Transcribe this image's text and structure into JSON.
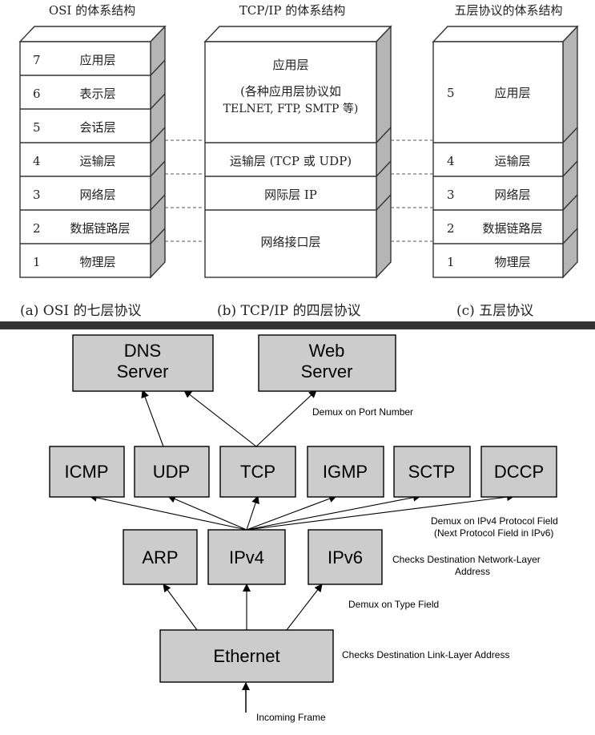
{
  "top": {
    "headers": {
      "osi": "OSI 的体系结构",
      "tcpip": "TCP/IP 的体系结构",
      "five": "五层协议的体系结构"
    },
    "osi_layers": [
      {
        "num": "7",
        "name": "应用层"
      },
      {
        "num": "6",
        "name": "表示层"
      },
      {
        "num": "5",
        "name": "会话层"
      },
      {
        "num": "4",
        "name": "运输层"
      },
      {
        "num": "3",
        "name": "网络层"
      },
      {
        "num": "2",
        "name": "数据链路层"
      },
      {
        "num": "1",
        "name": "物理层"
      }
    ],
    "tcpip_layers": {
      "app": "应用层",
      "app_note1": "(各种应用层协议如",
      "app_note2": "TELNET, FTP, SMTP 等)",
      "transport": "运输层 (TCP 或 UDP)",
      "internet": "网际层 IP",
      "netif": "网络接口层"
    },
    "five_layers": [
      {
        "num": "5",
        "name": "应用层"
      },
      {
        "num": "4",
        "name": "运输层"
      },
      {
        "num": "3",
        "name": "网络层"
      },
      {
        "num": "2",
        "name": "数据链路层"
      },
      {
        "num": "1",
        "name": "物理层"
      }
    ],
    "captions": {
      "a": "(a) OSI 的七层协议",
      "b": "(b) TCP/IP 的四层协议",
      "c": "(c)  五层协议"
    }
  },
  "bottom": {
    "dns": [
      "DNS",
      "Server"
    ],
    "web": [
      "Web",
      "Server"
    ],
    "transport": [
      "ICMP",
      "UDP",
      "TCP",
      "IGMP",
      "SCTP",
      "DCCP"
    ],
    "network": [
      "ARP",
      "IPv4",
      "IPv6"
    ],
    "link": "Ethernet",
    "notes": {
      "port": "Demux on Port Number",
      "proto1": "Demux on IPv4 Protocol Field",
      "proto2": "(Next Protocol Field in IPv6)",
      "netaddr1": "Checks Destination Network-Layer",
      "netaddr2": "Address",
      "type": "Demux on Type Field",
      "linkaddr": "Checks Destination Link-Layer Address",
      "frame": "Incoming Frame"
    },
    "box_color": "#cccccc"
  },
  "colors": {
    "divider": "#333333",
    "side": "#b5b5b5"
  }
}
